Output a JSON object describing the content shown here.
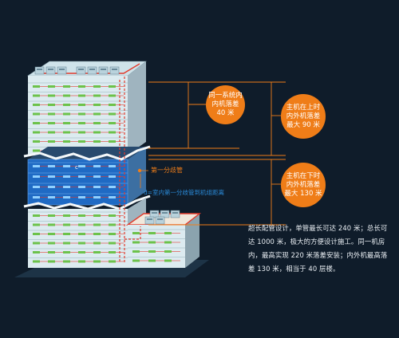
{
  "diagram": {
    "callout_left": [
      "同一系统内",
      "内机落差",
      "40 米"
    ],
    "callout_upper_right": [
      "主机在上时",
      "内外机落差",
      "最大 90 米"
    ],
    "callout_lower_right": [
      "主机在下时",
      "内外机落差",
      "最大 130 米"
    ],
    "label_branch": "第一分歧管",
    "label_distance": "d=室内第一分歧管到机组距离",
    "floor_letter": "c",
    "description": "超长配管设计，单管最长可达 240 米；总长可达 1000 米，极大的方便设计施工。同一机房内，最高实现 220 米落差安装；内外机最高落差 130 米，相当于 40 层楼。"
  },
  "colors": {
    "background": "#0f1c2a",
    "orange": "#ef7d18",
    "pipe_red": "#e23b2c",
    "building_face": "#dcebf0",
    "building_side": "#9fb4bf",
    "highlight_floor": "#1f6ac4",
    "unit_green": "#6cc24a"
  }
}
